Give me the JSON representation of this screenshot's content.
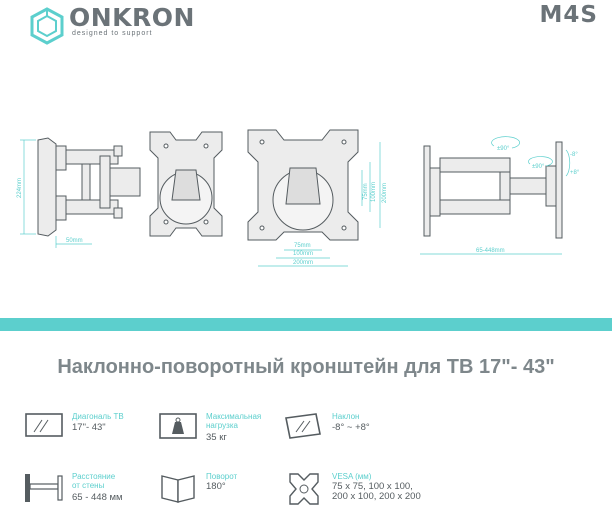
{
  "brand": {
    "name": "ONKRON",
    "tagline": "designed to support"
  },
  "model": "M4S",
  "drawing": {
    "dims": {
      "height": "224mm",
      "depth_min": "50mm",
      "vesa_75": "75mm",
      "vesa_100": "100mm",
      "vesa_200": "200mm",
      "vesa_75_v": "75mm",
      "vesa_100_v": "100mm",
      "vesa_200_v": "200mm",
      "distance": "65-448mm",
      "swivel": "±90°",
      "swivel2": "±90°",
      "tilt_up": "-8°",
      "tilt_down": "+8°"
    }
  },
  "title": "Наклонно-поворотный кронштейн для ТВ 17\"- 43\"",
  "specs": [
    {
      "label": "Диагональ ТВ",
      "value": "17\"- 43\""
    },
    {
      "label": "Максимальная\nнагрузка",
      "value": "35 кг"
    },
    {
      "label": "Наклон",
      "value": "-8° ~ +8°"
    },
    {
      "label": "Расстояние\nот стены",
      "value": "65 - 448 мм"
    },
    {
      "label": "Поворот",
      "value": "180°"
    },
    {
      "label": "VESA (мм)",
      "value": "75 x 75, 100 x 100,\n200 x 100, 200 x 200"
    }
  ],
  "colors": {
    "teal": "#5ccfcd",
    "gray": "#6b7378",
    "text": "#7e878b"
  }
}
